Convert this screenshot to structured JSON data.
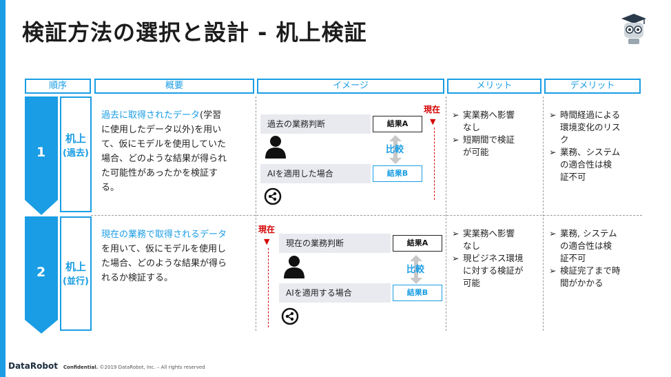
{
  "slide": {
    "title": "検証方法の選択と設計 - 机上検証",
    "headers": {
      "order": "順序",
      "overview": "概要",
      "image": "イメージ",
      "merit": "メリット",
      "demerit": "デメリット"
    },
    "icons": {
      "mascot": "owl-graduate-icon",
      "person": "person-icon",
      "ai": "ai-brain-icon",
      "compare": "double-arrow-icon",
      "now": "down-triangle-icon"
    },
    "rows": [
      {
        "number": "1",
        "label_main": "机上",
        "label_sub": "(過去)",
        "overview_highlight": "過去に取得されたデータ",
        "overview_lines": [
          "(学習",
          "に使用したデータ以外)を用い",
          "て、仮にモデルを使用していた",
          "場合、どのような結果が得られ",
          "た可能性があったかを検証す",
          "る。"
        ],
        "image": {
          "business": "過去の業務判断",
          "ai_case": "AIを適用した場合",
          "result_a": "結果A",
          "result_b": "結果B",
          "compare": "比較",
          "now": "現在"
        },
        "merits": [
          "実業務へ影響",
          "なし",
          "短期間で検証",
          "が可能"
        ],
        "demerits": [
          "時間経過による",
          "環境変化のリス",
          "ク",
          "業務、システム",
          "の適合性は検",
          "証不可"
        ]
      },
      {
        "number": "2",
        "label_main": "机上",
        "label_sub": "(並行)",
        "overview_highlight": "現在の業務で取得されるデータ",
        "overview_lines": [
          "を用いて、仮にモデルを使用し",
          "た場合、どのような結果が得ら",
          "れるか検証する。"
        ],
        "image": {
          "business": "現在の業務判断",
          "ai_case": "AIを適用する場合",
          "result_a": "結果A",
          "result_b": "結果B",
          "compare": "比較",
          "now": "現在"
        },
        "merits": [
          "実業務へ影響",
          "なし",
          "現ビジネス環境",
          "に対する検証が",
          "可能"
        ],
        "demerits": [
          "業務, システム",
          "の適合性は検",
          "証不可",
          "検証完了まで時",
          "間がかかる"
        ]
      }
    ],
    "footer": {
      "brand": "DataRobot",
      "confidential": "Confidential.",
      "copyright": "©2019 DataRobot, Inc. – All rights reserved"
    },
    "colors": {
      "accent": "#1a9de4",
      "now_red": "#d40000",
      "bar_bg": "#e8eaf0"
    }
  }
}
